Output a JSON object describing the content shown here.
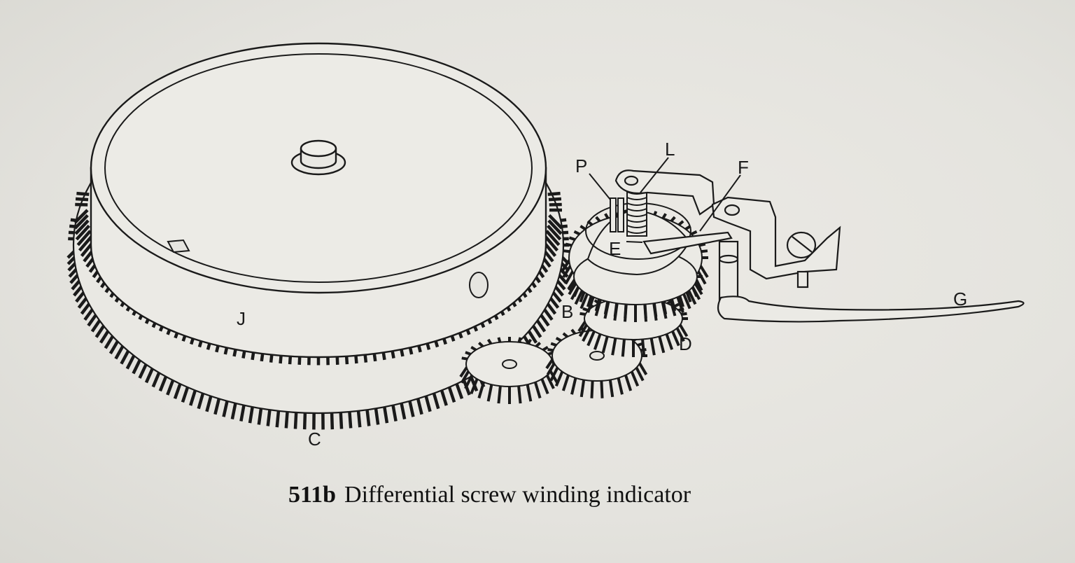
{
  "diagram": {
    "labels": {
      "J": "J",
      "C": "C",
      "B": "B",
      "D": "D",
      "E": "E",
      "P": "P",
      "L": "L",
      "F": "F",
      "G": "G"
    }
  },
  "caption": {
    "number": "511b",
    "text": "Differential screw winding indicator"
  },
  "colors": {
    "ink": "#1a1a1a",
    "paper": "#e6e5e0"
  }
}
